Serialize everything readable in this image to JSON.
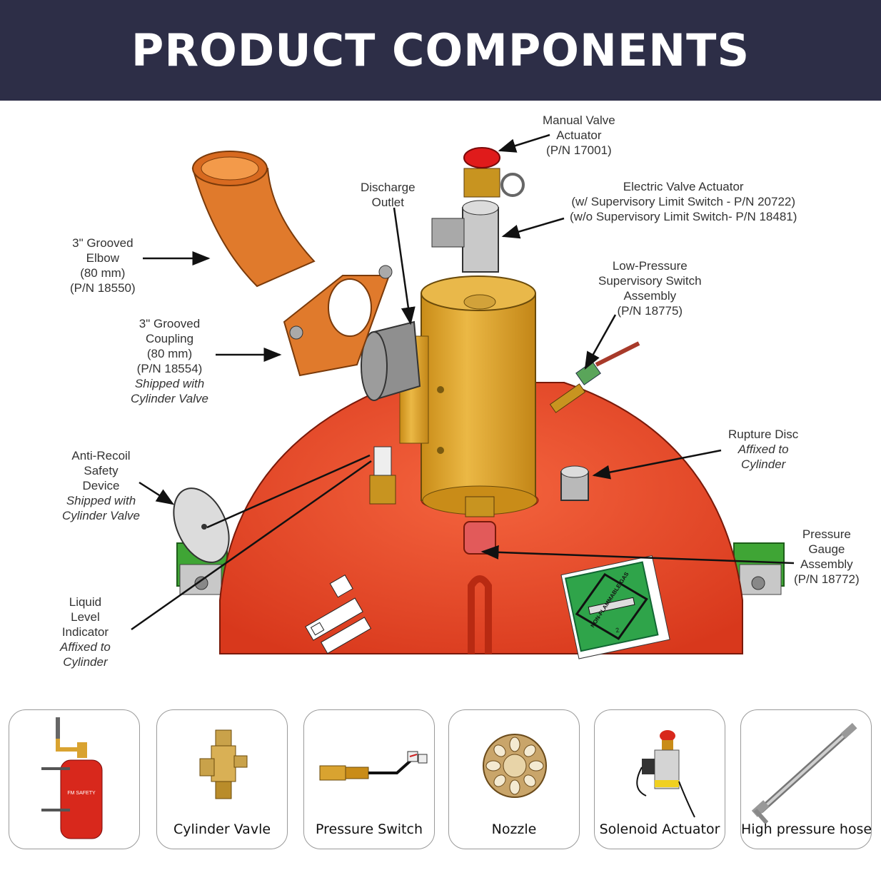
{
  "header": {
    "title": "PRODUCT COMPONENTS"
  },
  "labels": {
    "manual_valve_actuator": [
      "Manual Valve",
      "Actuator",
      "(P/N 17001)"
    ],
    "electric_valve_actuator": [
      "Electric Valve Actuator",
      "(w/ Supervisory Limit Switch - P/N 20722)",
      "(w/o Supervisory Limit Switch- P/N 18481)"
    ],
    "discharge_outlet": [
      "Discharge",
      "Outlet"
    ],
    "grooved_elbow": [
      "3\" Grooved",
      "Elbow",
      "(80 mm)",
      "(P/N 18550)"
    ],
    "grooved_coupling": [
      "3\" Grooved",
      "Coupling",
      "(80 mm)",
      "(P/N 18554)"
    ],
    "grooved_coupling_note": [
      "Shipped with",
      "Cylinder Valve"
    ],
    "low_pressure_switch": [
      "Low-Pressure",
      "Supervisory Switch",
      "Assembly",
      "(P/N 18775)"
    ],
    "anti_recoil": [
      "Anti-Recoil",
      "Safety",
      "Device"
    ],
    "anti_recoil_note": [
      "Shipped with",
      "Cylinder Valve"
    ],
    "rupture_disc": [
      "Rupture Disc"
    ],
    "rupture_disc_note": [
      "Affixed to",
      "Cylinder"
    ],
    "pressure_gauge": [
      "Pressure",
      "Gauge",
      "Assembly",
      "(P/N 18772)"
    ],
    "liquid_level": [
      "Liquid",
      "Level",
      "Indicator"
    ],
    "liquid_level_note": [
      "Affixed to",
      "Cylinder"
    ]
  },
  "cylinder_decal": {
    "text": "NON-FLAMMABLE GAS",
    "class": "2"
  },
  "products": [
    {
      "caption": "",
      "icon": "cylinder-system-icon"
    },
    {
      "caption": "Cylinder Vavle",
      "icon": "cylinder-valve-icon"
    },
    {
      "caption": "Pressure Switch",
      "icon": "pressure-switch-icon"
    },
    {
      "caption": "Nozzle",
      "icon": "nozzle-icon"
    },
    {
      "caption": "Solenoid  Actuator",
      "icon": "solenoid-actuator-icon"
    },
    {
      "caption": "High pressure hose",
      "icon": "hose-icon"
    }
  ],
  "colors": {
    "header_bg": "#2d2e47",
    "cylinder": "#e8462a",
    "brass": "#d9a330",
    "elbow": "#e07a2c",
    "green_bracket": "#3fa535"
  }
}
